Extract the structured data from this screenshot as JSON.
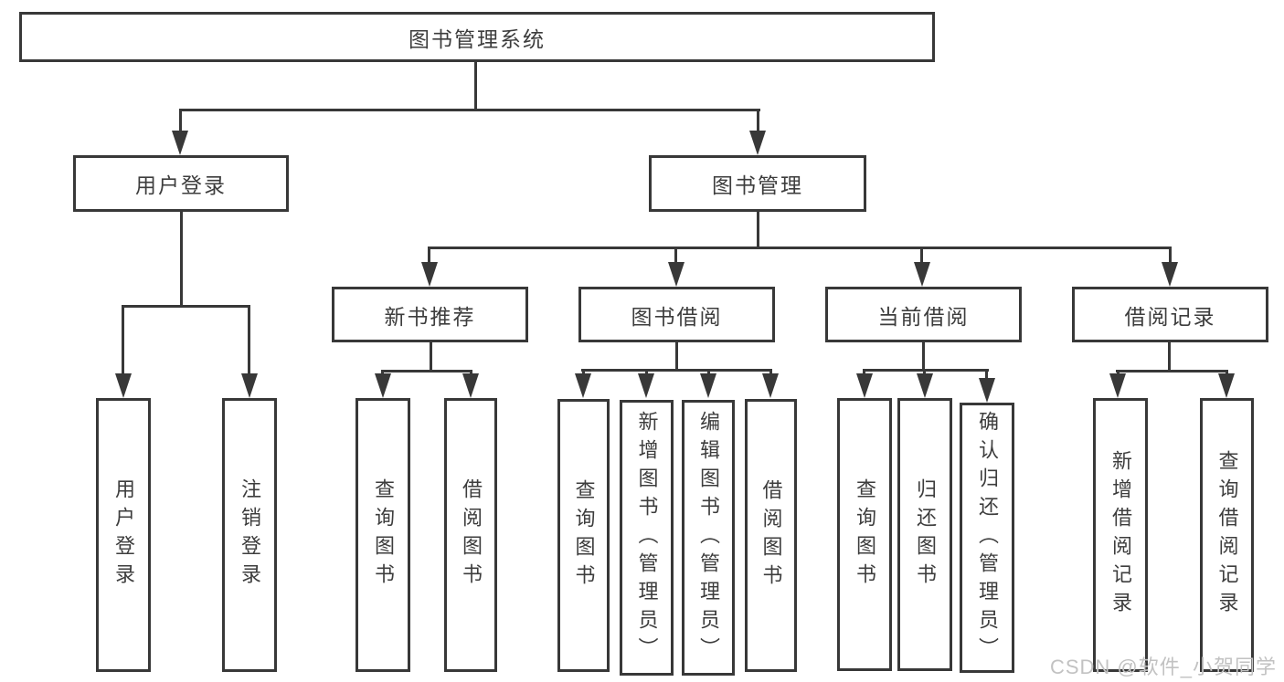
{
  "diagram": {
    "root": {
      "label": "图书管理系统"
    },
    "branches": [
      {
        "label": "用户登录",
        "children": [
          {
            "label": "用户登录"
          },
          {
            "label": "注销登录"
          }
        ]
      },
      {
        "label": "图书管理",
        "children": [
          {
            "label": "新书推荐",
            "children": [
              {
                "label": "查询图书"
              },
              {
                "label": "借阅图书"
              }
            ]
          },
          {
            "label": "图书借阅",
            "children": [
              {
                "label": "查询图书"
              },
              {
                "label": "新增图书（管理员）"
              },
              {
                "label": "编辑图书（管理员）"
              },
              {
                "label": "借阅图书"
              }
            ]
          },
          {
            "label": "当前借阅",
            "children": [
              {
                "label": "查询图书"
              },
              {
                "label": "归还图书"
              },
              {
                "label": "确认归还（管理员）"
              }
            ]
          },
          {
            "label": "借阅记录",
            "children": [
              {
                "label": "新增借阅记录"
              },
              {
                "label": "查询借阅记录"
              }
            ]
          }
        ]
      }
    ]
  },
  "watermark": {
    "text": "CSDN @软件_小贺同学"
  },
  "colors": {
    "line": "#383838",
    "text": "#3d3d3d",
    "watermark": "#c2c2c2",
    "background": "#ffffff"
  }
}
